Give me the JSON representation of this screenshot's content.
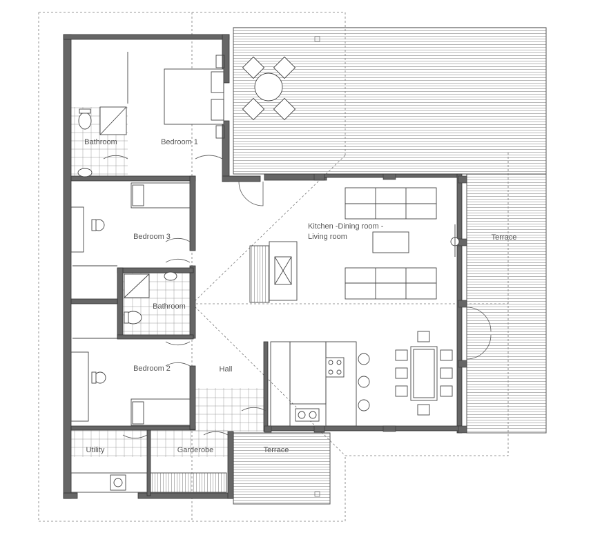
{
  "rooms": {
    "bathroom_1": "Bathroom",
    "bedroom_1": "Bedroom 1",
    "bedroom_3": "Bedroom 3",
    "bathroom_2": "Bathroom",
    "bedroom_2": "Bedroom 2",
    "hall": "Hall",
    "utility": "Utility",
    "garderobe": "Garderobe",
    "terrace_south": "Terrace",
    "terrace_east": "Terrace",
    "kitchen_line1": "Kitchen -Dining room -",
    "kitchen_line2": "Living room"
  },
  "colors": {
    "wall": "#666666",
    "line": "#333333",
    "hatch": "#888888",
    "dash": "#777777"
  }
}
